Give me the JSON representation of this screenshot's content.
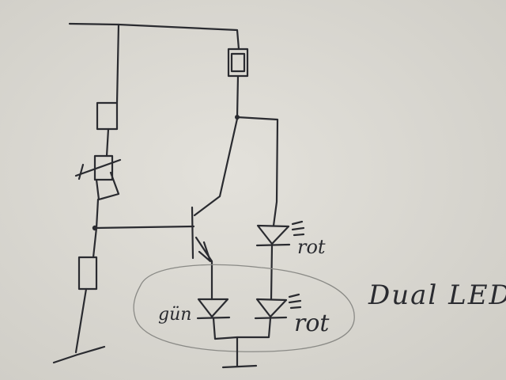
{
  "labels": {
    "green_led": "gün",
    "red_led_upper": "rot",
    "red_led_lower": "rot",
    "title": "Dual LED"
  },
  "colors": {
    "paper": "#d9d7d0",
    "ink": "#2a2b30",
    "pencil": "#8a8a86"
  },
  "icons": {
    "light_emission": "light-rays-icon",
    "ground": "ground-icon"
  }
}
